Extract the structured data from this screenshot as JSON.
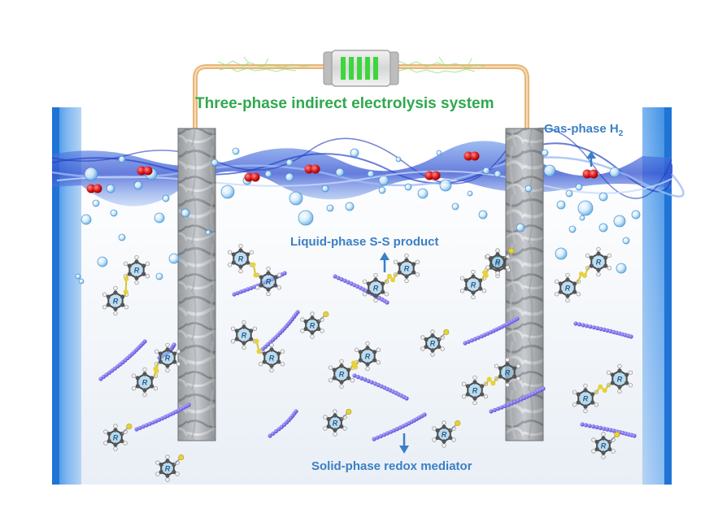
{
  "labels": {
    "system_title": "Three-phase indirect electrolysis system",
    "gas_phase_prefix": "Gas-phase H",
    "gas_phase_subscript": "2",
    "liquid_phase": "Liquid-phase S-S product",
    "solid_phase": "Solid-phase redox mediator"
  },
  "molecule_ring_letter": "R",
  "colors": {
    "title_green": "#2fa84f",
    "label_blue": "#3b7fc4",
    "wall_blue": "#3a8ee6",
    "wave_blue": "#3f5fd8",
    "mediator_purple": "#6a5ce0",
    "h2_red": "#d81818",
    "sulfur_yellow": "#e8d23a",
    "ring_blue": "#8fc9e8",
    "wire_tan": "#e8b67a",
    "battery_green": "#3dd63d"
  },
  "icons": [
    "battery-icon",
    "electrode-icon",
    "molecule-icon",
    "bubble-icon",
    "mediator-chain-icon",
    "hydrogen-molecule-icon",
    "arrow-icon"
  ]
}
